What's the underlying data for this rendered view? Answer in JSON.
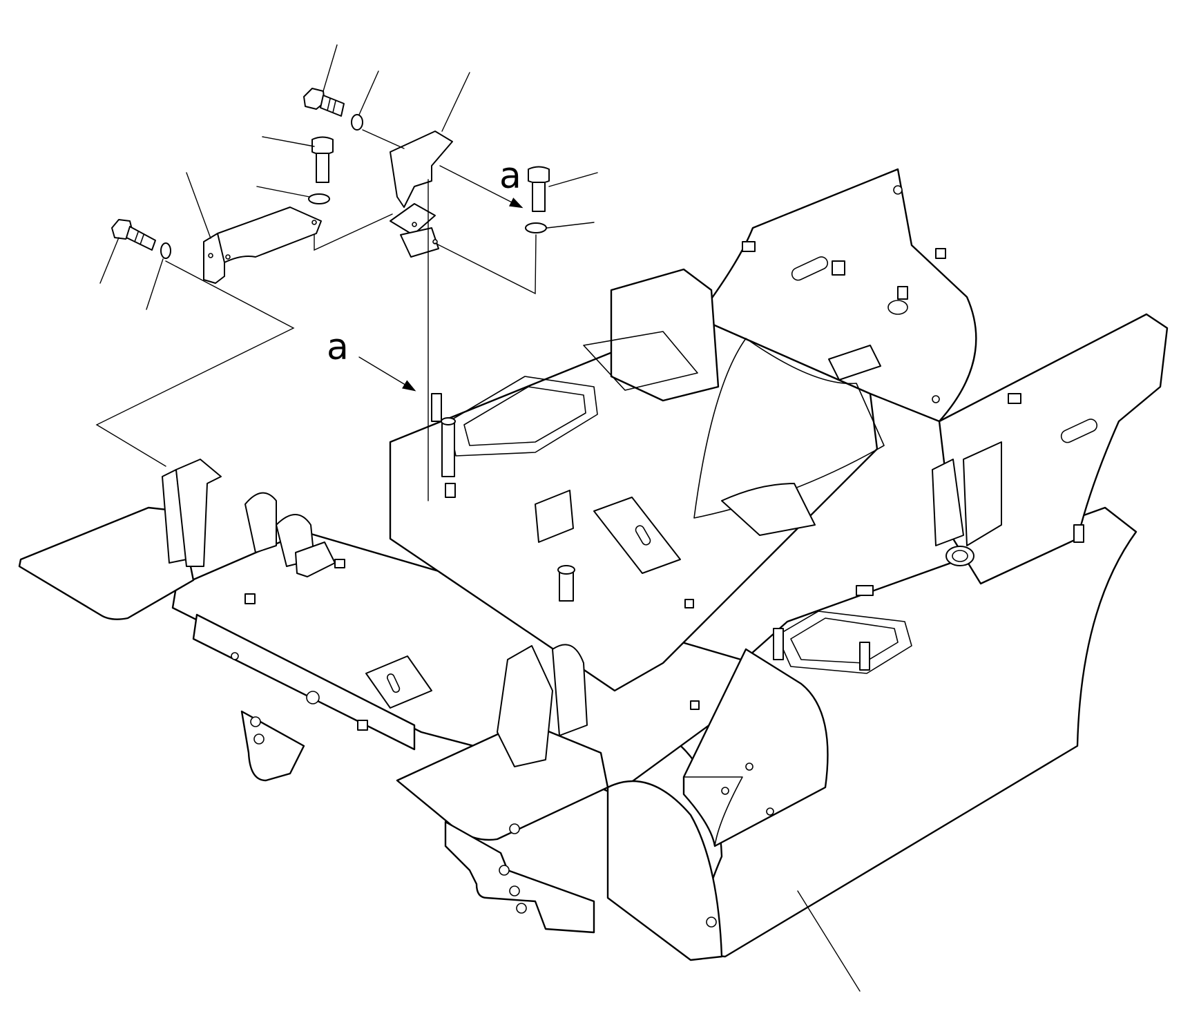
{
  "figure": {
    "callouts": [
      {
        "id": "a-top",
        "label": "a"
      },
      {
        "id": "a-mid",
        "label": "a"
      }
    ]
  }
}
